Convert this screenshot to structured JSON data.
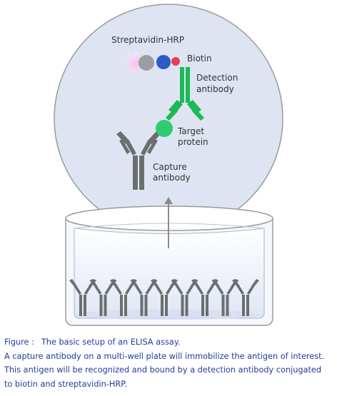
{
  "diagram": {
    "labels": {
      "streptavidin_hrp": "Streptavidin-HRP",
      "biotin": "Biotin",
      "detection_line1": "Detection",
      "detection_line2": "antibody",
      "target_line1": "Target",
      "target_line2": "protein",
      "capture_line1": "Capture",
      "capture_line2": "antibody"
    },
    "colors": {
      "bubble_fill": "#dfe4f2",
      "bubble_stroke": "#9a9a9a",
      "well_wall": "#f3f6fb",
      "liquid": "#e9eef8",
      "antibody_gray": "#6b6f70",
      "antibody_green": "#1db954",
      "target_green": "#2ecc71",
      "streptavidin_gray": "#9a9ea0",
      "streptavidin_blue": "#2b5cc8",
      "biotin_red": "#ee3b5b",
      "hrp_burst": "#e6a6e6",
      "arrow": "#8c8c8c"
    },
    "plate_antibody_count": 9
  },
  "caption": {
    "label": "Figure :",
    "title": "The basic setup of an ELISA assay.",
    "line2": "A capture antibody on a multi-well plate will immobilize the antigen of interest.",
    "line3": "This antigen will be recognized and bound by a detection antibody conjugated",
    "line4": "to biotin and streptavidin-HRP."
  }
}
